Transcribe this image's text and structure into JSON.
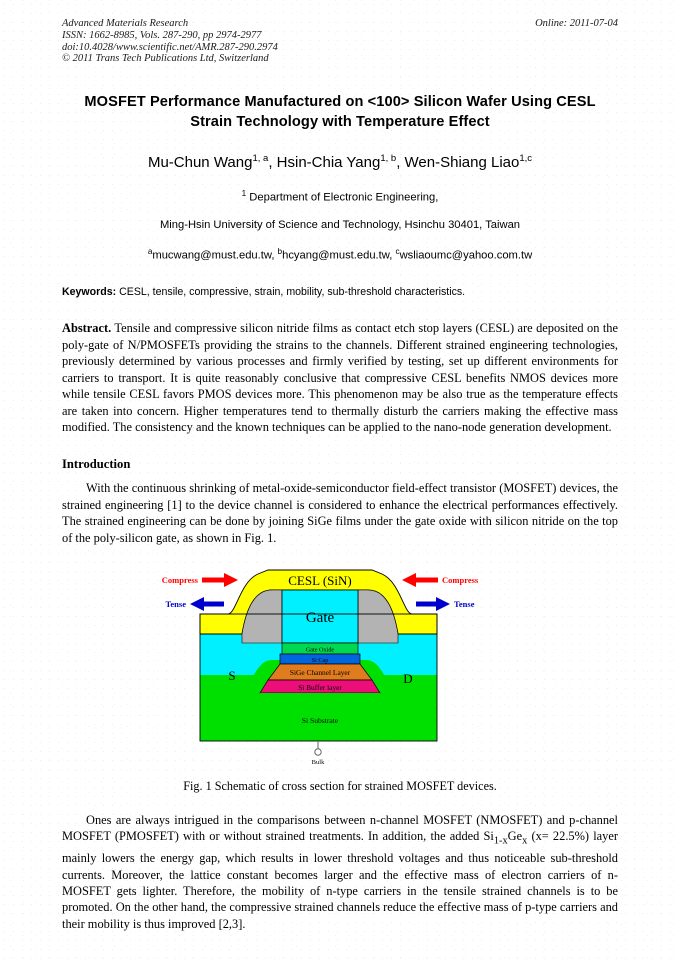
{
  "masthead": {
    "journal": "Advanced Materials Research",
    "issn": "ISSN: 1662-8985, Vols. 287-290, pp 2974-2977",
    "doi": "doi:10.4028/www.scientific.net/AMR.287-290.2974",
    "copyright": "© 2011 Trans Tech Publications Ltd, Switzerland",
    "online": "Online: 2011-07-04"
  },
  "title": {
    "line1": "MOSFET Performance Manufactured on <100> Silicon Wafer Using CESL",
    "line2": "Strain Technology with Temperature Effect"
  },
  "authors": {
    "a1_name": "Mu-Chun Wang",
    "a1_sup": "1, a",
    "sep1": ", ",
    "a2_name": "Hsin-Chia Yang",
    "a2_sup": "1, b",
    "sep2": ", ",
    "a3_name": "Wen-Shiang Liao",
    "a3_sup": "1,c"
  },
  "affiliation": {
    "sup": "1",
    "line1": " Department of Electronic Engineering,",
    "line2": "Ming-Hsin University of Science and Technology, Hsinchu 30401, Taiwan"
  },
  "emails": {
    "sup_a": "a",
    "email_a": "mucwang@must.edu.tw, ",
    "sup_b": "b",
    "email_b": "hcyang@must.edu.tw, ",
    "sup_c": "c",
    "email_c": "wsliaoumc@yahoo.com.tw"
  },
  "keywords": {
    "label": "Keywords:",
    "value": " CESL, tensile, compressive, strain, mobility, sub-threshold characteristics."
  },
  "abstract": {
    "label": "Abstract.",
    "text": " Tensile and compressive silicon nitride films as contact etch stop layers (CESL) are deposited on the poly-gate of N/PMOSFETs providing the strains to the channels. Different strained engineering technologies, previously determined by various processes and firmly verified by testing, set up different environments for carriers to transport. It is quite reasonably conclusive that compressive CESL benefits NMOS devices more while tensile CESL favors PMOS devices more. This phenomenon may be also true as the temperature effects are taken into concern. Higher temperatures tend to thermally disturb the carriers making the effective mass modified. The consistency and the known techniques can be applied to the nano-node generation development."
  },
  "introduction": {
    "heading": "Introduction",
    "para1": "With the continuous shrinking of metal-oxide-semiconductor field-effect transistor (MOSFET) devices, the strained engineering [1] to the device channel is considered to enhance the electrical performances effectively. The strained engineering can be done by joining SiGe films under the gate oxide with silicon nitride on the top of the poly-silicon gate, as shown in Fig. 1."
  },
  "figure": {
    "caption": "Fig. 1 Schematic of cross section for strained MOSFET devices.",
    "labels": {
      "cesl": "CESL (SiN)",
      "gate": "Gate",
      "gate_oxide": "Gate Oxide",
      "si_cap": "Si Cap",
      "sige_channel": "SiGe Channel Layer",
      "si_buffer": "Si Buffer layer",
      "si_substrate": "Si Substrate",
      "source": "S",
      "drain": "D",
      "bulk": "Bulk",
      "compress_left": "Compress",
      "compress_right": "Compress",
      "tense_left": "Tense",
      "tense_right": "Tense"
    },
    "colors": {
      "cesl": "#ffff00",
      "gate": "#00ffff",
      "spacer": "#b3b3b3",
      "gate_oxide": "#00d94f",
      "si_cap": "#0066e0",
      "sige_channel": "#e07b1e",
      "si_buffer": "#ec0f7a",
      "si_substrate": "#00e000",
      "source_drain": "#00f0ff",
      "compress_arrow": "#ff0000",
      "tense_arrow": "#0000cc",
      "outline": "#000000"
    }
  },
  "body": {
    "para2_part1": "Ones are always intrigued in the comparisons between n-channel MOSFET (NMOSFET) and p-channel MOSFET (PMOSFET) with or without strained treatments. In addition, the added Si",
    "sub1": "1-x",
    "part2": "Ge",
    "sub2": "x",
    "part3": " (x= 22.5%) layer mainly lowers the energy gap, which results in lower threshold voltages and thus noticeable sub-threshold currents. Moreover, the lattice constant becomes larger and the effective mass of electron carriers of n-MOSFET gets lighter. Therefore, the mobility of n-type carriers in the tensile strained channels is to be promoted. On the other hand, the compressive strained channels reduce the effective mass of p-type carriers and their mobility is thus improved [2,3]."
  }
}
